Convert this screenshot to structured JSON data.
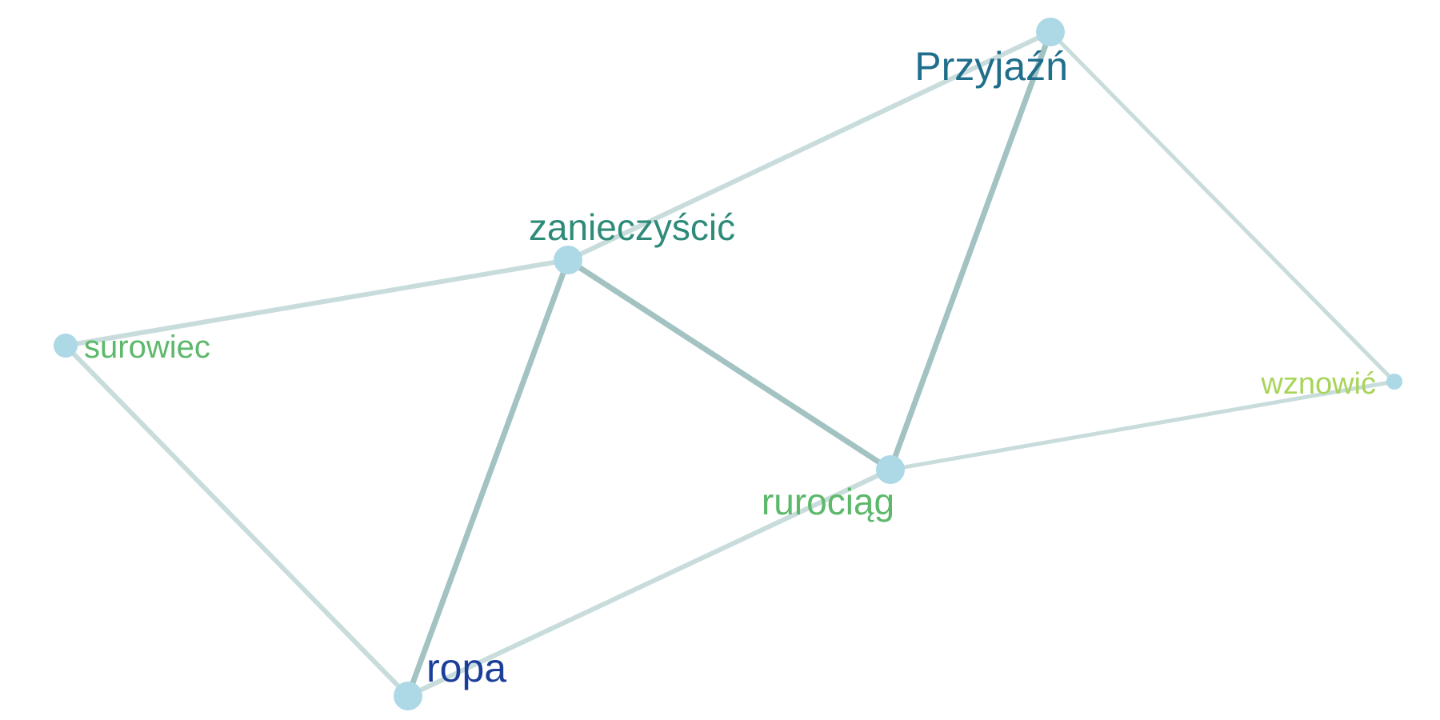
{
  "graph": {
    "node_color": "#add8e6",
    "nodes": [
      {
        "id": "przyjazn",
        "label": "Przyjaźń",
        "label_color": "#1f6e8c",
        "size": "large"
      },
      {
        "id": "zanieczyscic",
        "label": "zanieczyścić",
        "label_color": "#2e8b7a",
        "size": "large"
      },
      {
        "id": "surowiec",
        "label": "surowiec",
        "label_color": "#5cb86a",
        "size": "medium"
      },
      {
        "id": "wznowic",
        "label": "wznowić",
        "label_color": "#a8d45a",
        "size": "small"
      },
      {
        "id": "rurociag",
        "label": "rurociąg",
        "label_color": "#5cb86a",
        "size": "large"
      },
      {
        "id": "ropa",
        "label": "ropa",
        "label_color": "#1a3e99",
        "size": "large"
      }
    ],
    "edges": [
      {
        "source": "zanieczyscic",
        "target": "przyjazn",
        "color": "#c9dcdc",
        "weight": "medium"
      },
      {
        "source": "przyjazn",
        "target": "rurociag",
        "color": "#a3c2c2",
        "weight": "strong"
      },
      {
        "source": "przyjazn",
        "target": "wznowic",
        "color": "#c9dcdc",
        "weight": "light"
      },
      {
        "source": "surowiec",
        "target": "zanieczyscic",
        "color": "#c9dcdc",
        "weight": "medium"
      },
      {
        "source": "zanieczyscic",
        "target": "rurociag",
        "color": "#a3c2c2",
        "weight": "strong"
      },
      {
        "source": "zanieczyscic",
        "target": "ropa",
        "color": "#a3c2c2",
        "weight": "strong"
      },
      {
        "source": "surowiec",
        "target": "ropa",
        "color": "#c9dcdc",
        "weight": "medium"
      },
      {
        "source": "rurociag",
        "target": "wznowic",
        "color": "#c9dcdc",
        "weight": "light"
      },
      {
        "source": "ropa",
        "target": "rurociag",
        "color": "#c9dcdc",
        "weight": "medium"
      }
    ]
  }
}
